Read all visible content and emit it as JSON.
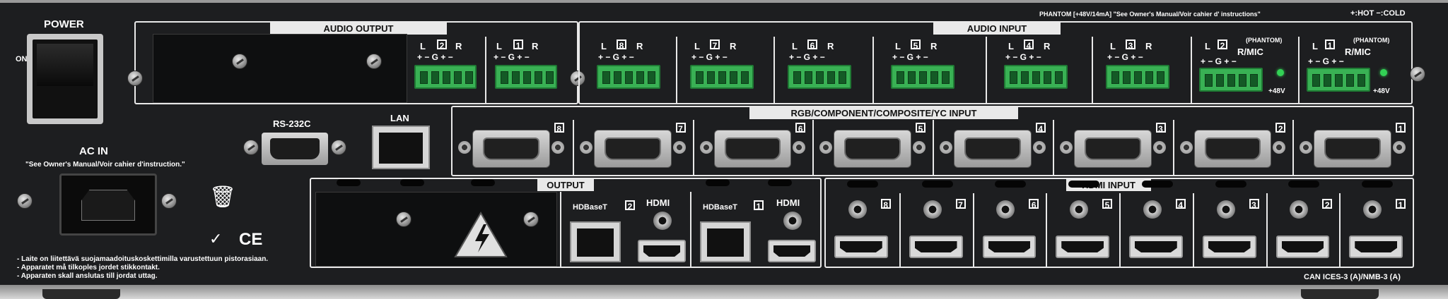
{
  "power": {
    "label": "POWER",
    "on_label": "ON"
  },
  "ac_in": {
    "label": "AC IN",
    "note": "\"See Owner's Manual/Voir cahier d'instruction.\""
  },
  "rs232c": {
    "label": "RS-232C"
  },
  "lan": {
    "label": "LAN"
  },
  "audio_output": {
    "title": "AUDIO OUTPUT",
    "channels": [
      {
        "num": "2",
        "left": "L",
        "right": "R",
        "polarity": "+ − G + −"
      },
      {
        "num": "1",
        "left": "L",
        "right": "R",
        "polarity": "+ − G + −"
      }
    ]
  },
  "phantom_note": "PHANTOM [+48V/14mA]   \"See Owner's Manual/Voir cahier d' instructions\"",
  "polarity_legend": "+:HOT  −:COLD",
  "audio_input": {
    "title": "AUDIO INPUT",
    "channels": [
      {
        "num": "8",
        "left": "L",
        "right": "R",
        "polarity": "+ − G + −"
      },
      {
        "num": "7",
        "left": "L",
        "right": "R",
        "polarity": "+ − G + −"
      },
      {
        "num": "6",
        "left": "L",
        "right": "R",
        "polarity": "+ − G + −"
      },
      {
        "num": "5",
        "left": "L",
        "right": "R",
        "polarity": "+ − G + −"
      },
      {
        "num": "4",
        "left": "L",
        "right": "R",
        "polarity": "+ − G + −"
      },
      {
        "num": "3",
        "left": "L",
        "right": "R",
        "polarity": "+ − G + −"
      },
      {
        "num": "2",
        "left": "L",
        "right": "R/MIC",
        "phantom": "(PHANTOM)",
        "plus48": "+48V",
        "polarity": "+ − G + −"
      },
      {
        "num": "1",
        "left": "L",
        "right": "R/MIC",
        "phantom": "(PHANTOM)",
        "plus48": "+48V",
        "polarity": "+ − G + −"
      }
    ]
  },
  "rgb_input": {
    "title": "RGB/COMPONENT/COMPOSITE/YC INPUT",
    "ports": [
      "8",
      "7",
      "6",
      "5",
      "4",
      "3",
      "2",
      "1"
    ]
  },
  "output": {
    "title": "OUTPUT",
    "hdbaset_label": "HDBaseT",
    "hdmi_label": "HDMI",
    "ports": [
      "2",
      "1"
    ]
  },
  "hdmi_input": {
    "title": "HDMI INPUT",
    "ports": [
      "8",
      "7",
      "6",
      "5",
      "4",
      "3",
      "2",
      "1"
    ]
  },
  "warnings": [
    "- Laite on liitettävä suojamaadoituskoskettimilla varustettuun pistorasiaan.",
    "- Apparatet må tilkoples jordet stikkontakt.",
    "- Apparaten skall anslutas till jordat uttag."
  ],
  "compliance": "CAN ICES-3 (A)/NMB-3 (A)",
  "ce_mark": "CE"
}
